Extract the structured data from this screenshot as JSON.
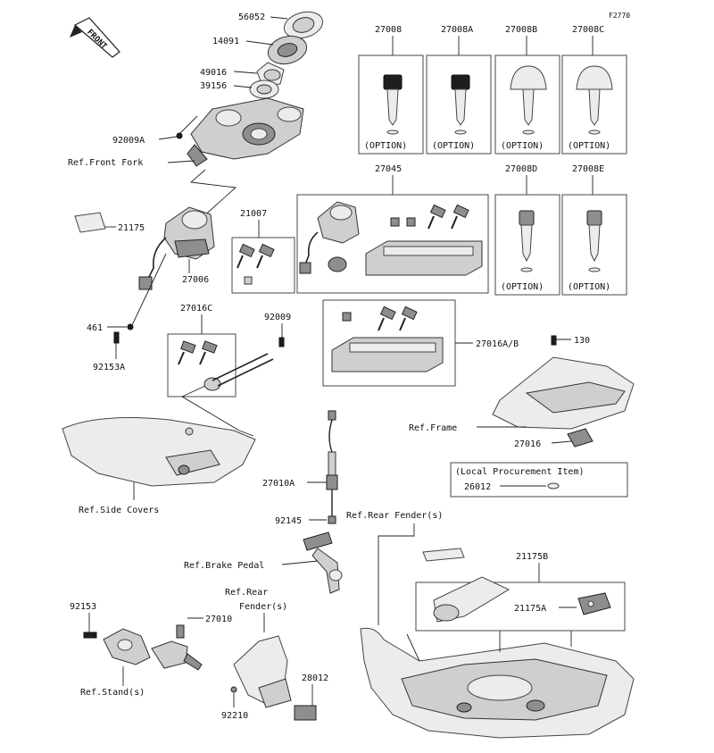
{
  "diagram": {
    "code": "F2770",
    "front_label": "FRONT",
    "parts": {
      "p56052": "56052",
      "p14091": "14091",
      "p49016": "49016",
      "p39156": "39156",
      "p92009A": "92009A",
      "ref_front_fork": "Ref.Front Fork",
      "p21175": "21175",
      "p27006": "27006",
      "p461": "461",
      "p92153A": "92153A",
      "p21007": "21007",
      "p27016C": "27016C",
      "p92009": "92009",
      "p27008": "27008",
      "p27008A": "27008A",
      "p27008B": "27008B",
      "p27008C": "27008C",
      "p27045": "27045",
      "p27008D": "27008D",
      "p27008E": "27008E",
      "p27016AB": "27016A/B",
      "p130": "130",
      "ref_frame": "Ref.Frame",
      "p27016": "27016",
      "local_procurement": "(Local Procurement Item)",
      "p26012": "26012",
      "ref_side_covers": "Ref.Side Covers",
      "p27010A": "27010A",
      "p92145": "92145",
      "ref_rear_fender_s": "Ref.Rear Fender(s)",
      "p21175B": "21175B",
      "ref_brake_pedal": "Ref.Brake Pedal",
      "p21175A": "21175A",
      "ref_rear": "Ref.Rear",
      "fender_s": "Fender(s)",
      "p92153": "92153",
      "p27010": "27010",
      "ref_stands": "Ref.Stand(s)",
      "p28012": "28012",
      "p92210": "92210",
      "option": "(OPTION)"
    }
  }
}
